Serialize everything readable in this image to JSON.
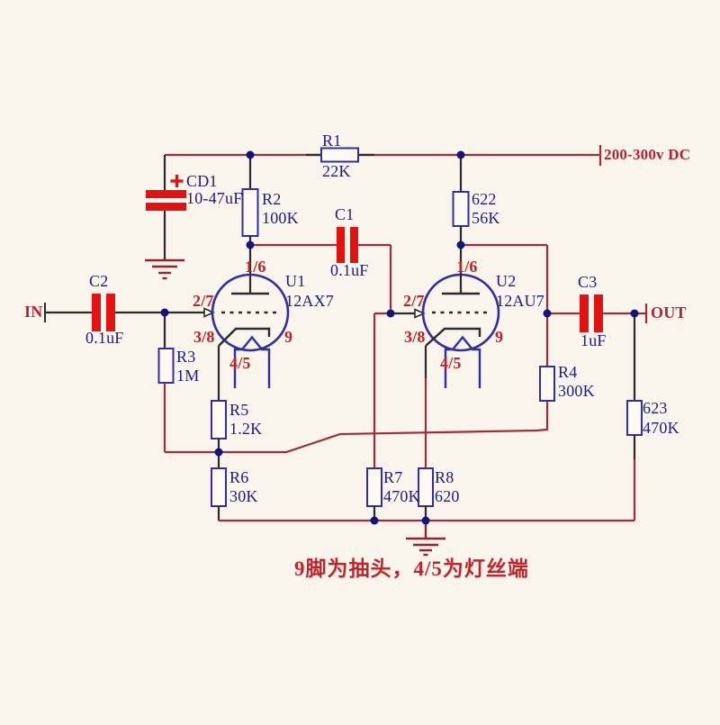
{
  "power": {
    "rail_label": "200-300v DC"
  },
  "io": {
    "input": "IN",
    "output": "OUT"
  },
  "note": "9脚为抽头，4/5为灯丝端",
  "components": {
    "r1": {
      "name": "R1",
      "value": "22K"
    },
    "r2": {
      "name": "R2",
      "value": "100K"
    },
    "r3": {
      "name": "R3",
      "value": "1M"
    },
    "r4": {
      "name": "R4",
      "value": "300K"
    },
    "r5": {
      "name": "R5",
      "value": "1.2K"
    },
    "r6": {
      "name": "R6",
      "value": "30K"
    },
    "r7": {
      "name": "R7",
      "value": "470K"
    },
    "r8": {
      "name": "R8",
      "value": "620"
    },
    "r622": {
      "name": "622",
      "value": "56K"
    },
    "r623": {
      "name": "623",
      "value": "470K"
    },
    "cd1": {
      "name": "CD1",
      "value": "10-47uF",
      "polarity": "+"
    },
    "c1": {
      "name": "C1",
      "value": "0.1uF"
    },
    "c2": {
      "name": "C2",
      "value": "0.1uF"
    },
    "c3": {
      "name": "C3",
      "value": "1uF"
    },
    "u1": {
      "name": "U1",
      "type": "12AX7",
      "pins": {
        "plate": "1/6",
        "grid": "2/7",
        "cathode": "3/8",
        "heater": "4/5",
        "tap": "9"
      }
    },
    "u2": {
      "name": "U2",
      "type": "12AU7",
      "pins": {
        "plate": "1/6",
        "grid": "2/7",
        "cathode": "3/8",
        "heater": "4/5",
        "tap": "9"
      }
    }
  },
  "colors": {
    "wire_red": "#a12c3a",
    "wire_black": "#2b2b2b",
    "symbol_navy": "#2f2fa0",
    "junction_navy": "#14147a",
    "label_navy": "#1c1c82",
    "capacitor_red": "#e01212",
    "pin_label_red": "#c32026",
    "accent_red": "#b5232e",
    "background": "#f9f4ec"
  }
}
